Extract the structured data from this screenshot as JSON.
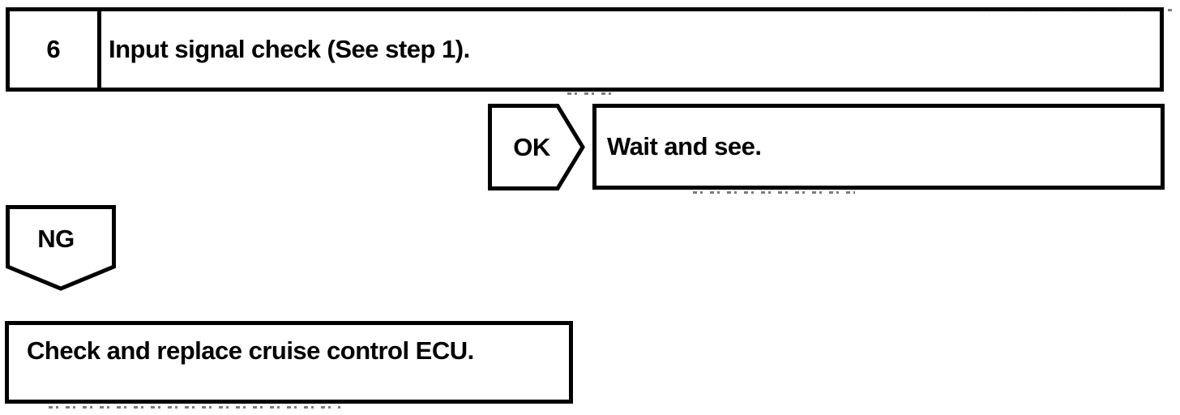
{
  "page": {
    "background": "#ffffff",
    "ink": "#000000"
  },
  "flowchart": {
    "step": {
      "number": "6",
      "title": "Input signal check (See step 1)."
    },
    "ok_branch": {
      "label": "OK",
      "result": "Wait and see."
    },
    "ng_branch": {
      "label": "NG",
      "action": "Check and replace cruise control ECU."
    }
  }
}
